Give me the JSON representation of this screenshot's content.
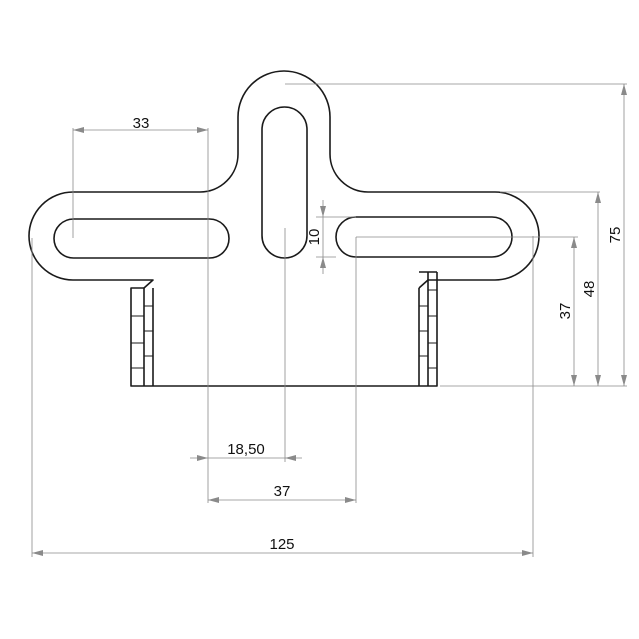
{
  "colors": {
    "outline": "#1a1a1a",
    "dimension_line": "#8a8a8a",
    "text": "#111111",
    "background": "#ffffff"
  },
  "dimensions": {
    "slot_length_left": "33",
    "slot_width": "10",
    "total_height": "75",
    "height_48": "48",
    "height_37": "37",
    "center_offset": "18,50",
    "slot_spacing": "37",
    "overall_width": "125"
  }
}
